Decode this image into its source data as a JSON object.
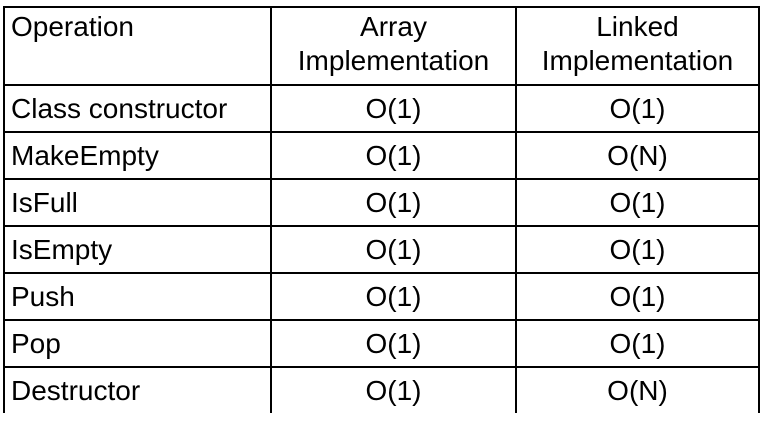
{
  "table": {
    "headers": {
      "operation": "Operation",
      "array": [
        "Array",
        "Implementation"
      ],
      "linked": [
        "Linked",
        "Implementation"
      ]
    },
    "rows": [
      {
        "operation": "Class constructor",
        "array": "O(1)",
        "linked": "O(1)"
      },
      {
        "operation": "MakeEmpty",
        "array": "O(1)",
        "linked": "O(N)"
      },
      {
        "operation": "IsFull",
        "array": "O(1)",
        "linked": "O(1)"
      },
      {
        "operation": "IsEmpty",
        "array": "O(1)",
        "linked": "O(1)"
      },
      {
        "operation": "Push",
        "array": "O(1)",
        "linked": "O(1)"
      },
      {
        "operation": "Pop",
        "array": "O(1)",
        "linked": "O(1)"
      },
      {
        "operation": "Destructor",
        "array": "O(1)",
        "linked": "O(N)"
      }
    ]
  }
}
